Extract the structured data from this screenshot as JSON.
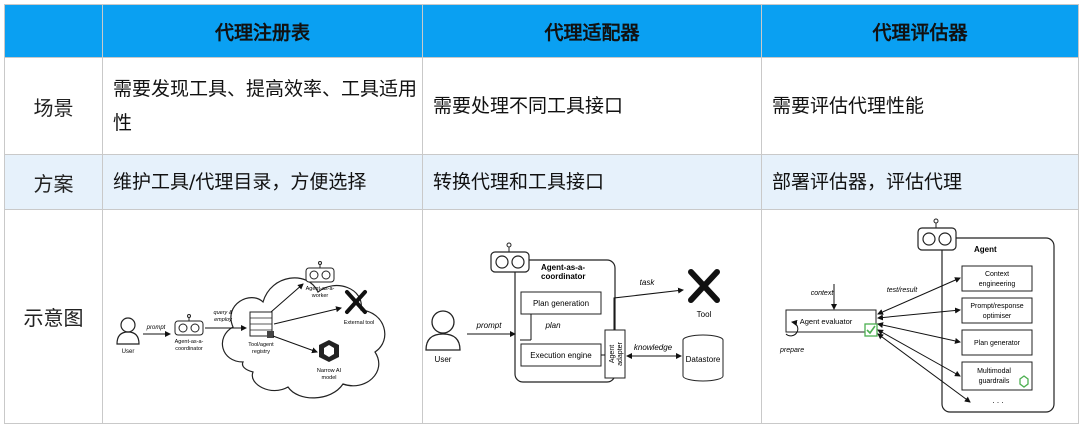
{
  "header": {
    "corner": "",
    "col1": "代理注册表",
    "col2": "代理适配器",
    "col3": "代理评估器"
  },
  "rows": [
    {
      "label": "场景",
      "col1": "需要发现工具、提高效率、工具适用性",
      "col2": "需要处理不同工具接口",
      "col3": "需要评估代理性能"
    },
    {
      "label": "方案",
      "col1": "维护工具/代理目录，方便选择",
      "col2": "转换代理和工具接口",
      "col3": "部署评估器，评估代理"
    },
    {
      "label": "示意图"
    }
  ],
  "diagram1": {
    "user": "User",
    "prompt": "prompt",
    "coordinator_l1": "Agent-as-a-",
    "coordinator_l2": "coordinator",
    "query_l1": "query &",
    "query_l2": "employ",
    "registry_l1": "Tool/agent",
    "registry_l2": "registry",
    "worker_l1": "Agent-as-a-",
    "worker_l2": "worker",
    "external_tool": "External tool",
    "narrow_l1": "Narrow AI",
    "narrow_l2": "model"
  },
  "diagram2": {
    "user": "User",
    "prompt": "prompt",
    "coordinator_l1": "Agent-as-a-",
    "coordinator_l2": "coordinator",
    "plan_generation": "Plan generation",
    "plan": "plan",
    "execution_engine": "Execution engine",
    "adapter_l1": "Agent",
    "adapter_l2": "adapter",
    "task": "task",
    "tool": "Tool",
    "knowledge": "knowledge",
    "datastore": "Datastore"
  },
  "diagram3": {
    "context": "context",
    "test_result": "test/result",
    "evaluator": "Agent evaluator",
    "prepare": "prepare",
    "agent": "Agent",
    "m1_l1": "Context",
    "m1_l2": "engineering",
    "m2_l1": "Prompt/response",
    "m2_l2": "optimiser",
    "m3": "Plan generator",
    "m4_l1": "Multimodal",
    "m4_l2": "guardrails",
    "dots": ". . ."
  }
}
